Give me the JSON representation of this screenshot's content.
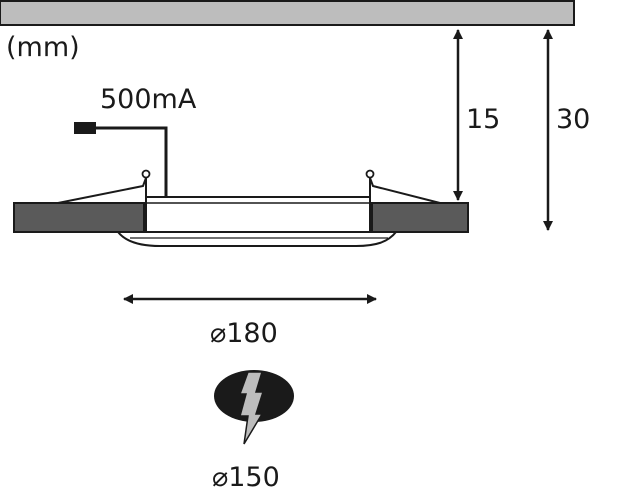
{
  "labels": {
    "unit": "(mm)",
    "current": "500mA",
    "height_inner": "15",
    "height_total": "30",
    "diameter_outer": "⌀180",
    "diameter_cutout": "⌀150"
  },
  "colors": {
    "ceiling": "#bdbdbd",
    "panel": "#5a5a5a",
    "line": "#1a1a1a",
    "fixture": "#ffffff",
    "cutout_fill": "#1a1a1a",
    "bolt": "#bdbdbd"
  },
  "icons": [
    "dimension-arrow-icon",
    "lightning-bolt-icon"
  ]
}
